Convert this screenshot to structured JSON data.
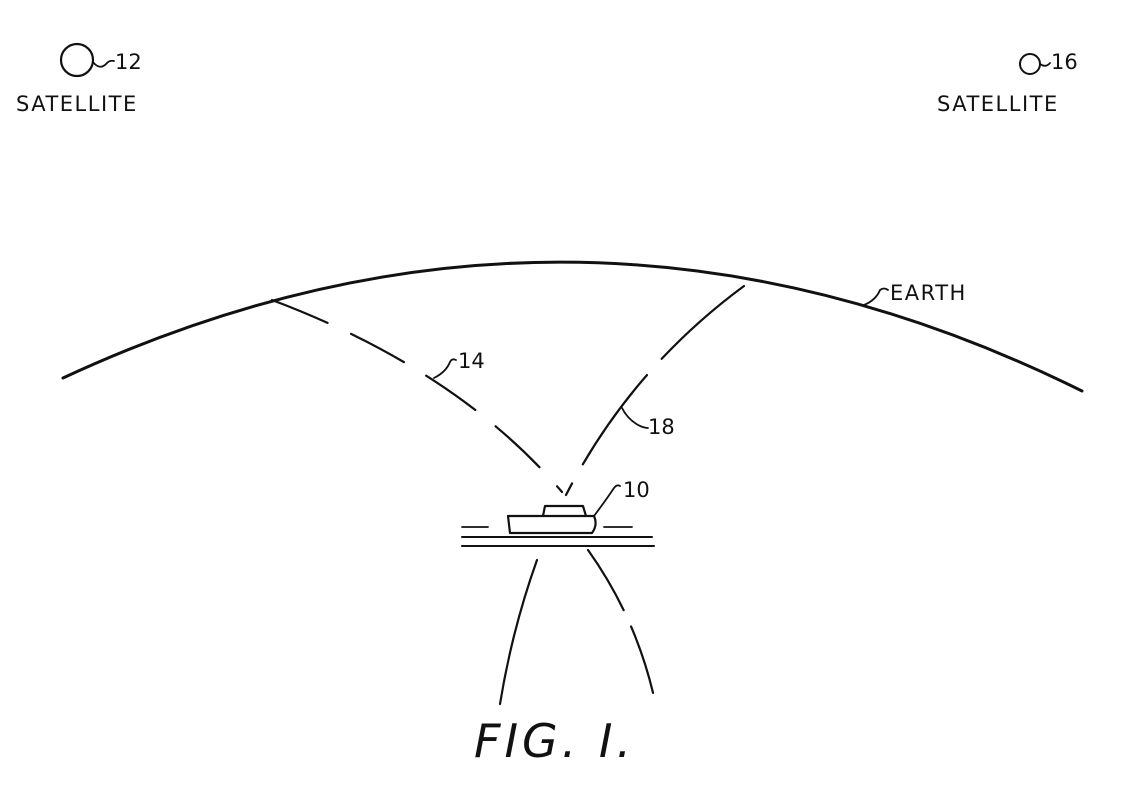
{
  "satellites": [
    {
      "label": "SATELLITE",
      "ref": "12"
    },
    {
      "label": "SATELLITE",
      "ref": "16"
    }
  ],
  "earth": {
    "label": "EARTH"
  },
  "signal_paths": [
    {
      "ref": "14"
    },
    {
      "ref": "18"
    }
  ],
  "vessel": {
    "ref": "10"
  },
  "caption": "FIG. I."
}
